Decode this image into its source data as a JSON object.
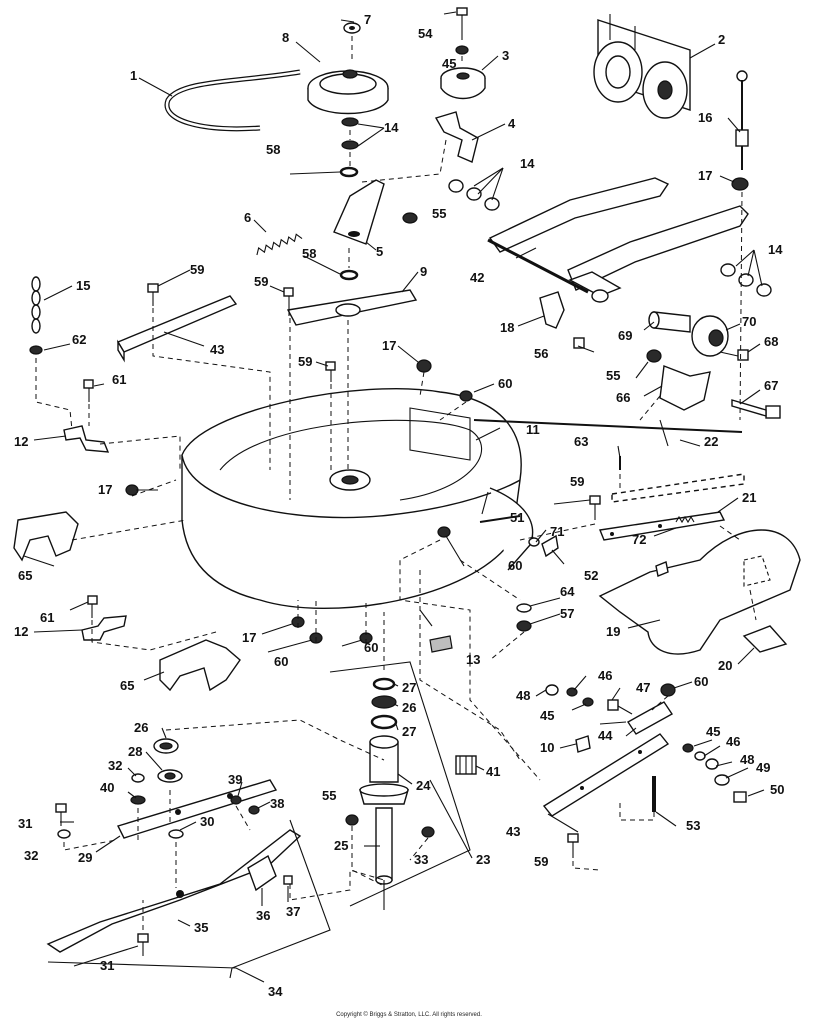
{
  "labels": {
    "p1": "1",
    "p2": "2",
    "p3": "3",
    "p4": "4",
    "p5": "5",
    "p6": "6",
    "p7": "7",
    "p8": "8",
    "p9": "9",
    "p10": "10",
    "p11": "11",
    "p12a": "12",
    "p12b": "12",
    "p13": "13",
    "p14a": "14",
    "p14b": "14",
    "p14c": "14",
    "p15": "15",
    "p16": "16",
    "p17a": "17",
    "p17b": "17",
    "p17c": "17",
    "p17d": "17",
    "p18": "18",
    "p19": "19",
    "p20": "20",
    "p21": "21",
    "p22": "22",
    "p23": "23",
    "p24": "24",
    "p25": "25",
    "p26a": "26",
    "p26b": "26",
    "p27a": "27",
    "p27b": "27",
    "p28": "28",
    "p29": "29",
    "p30": "30",
    "p31a": "31",
    "p31b": "31",
    "p32a": "32",
    "p32b": "32",
    "p33": "33",
    "p34": "34",
    "p35": "35",
    "p36": "36",
    "p37": "37",
    "p38": "38",
    "p39": "39",
    "p40": "40",
    "p41": "41",
    "p42": "42",
    "p43a": "43",
    "p43b": "43",
    "p44": "44",
    "p45a": "45",
    "p45b": "45",
    "p45c": "45",
    "p46a": "46",
    "p46b": "46",
    "p47": "47",
    "p48a": "48",
    "p48b": "48",
    "p49": "49",
    "p50": "50",
    "p51": "51",
    "p52": "52",
    "p53": "53",
    "p54": "54",
    "p55a": "55",
    "p55b": "55",
    "p55c": "55",
    "p56": "56",
    "p57": "57",
    "p58a": "58",
    "p58b": "58",
    "p59a": "59",
    "p59b": "59",
    "p59c": "59",
    "p59d": "59",
    "p59e": "59",
    "p60a": "60",
    "p60b": "60",
    "p60c": "60",
    "p60d": "60",
    "p60e": "60",
    "p61a": "61",
    "p61b": "61",
    "p62": "62",
    "p63": "63",
    "p64": "64",
    "p65a": "65",
    "p65b": "65",
    "p66": "66",
    "p67": "67",
    "p68": "68",
    "p69": "69",
    "p70": "70",
    "p71": "71",
    "p72": "72"
  },
  "copyright": "Copyright © Briggs & Stratton, LLC. All rights reserved."
}
